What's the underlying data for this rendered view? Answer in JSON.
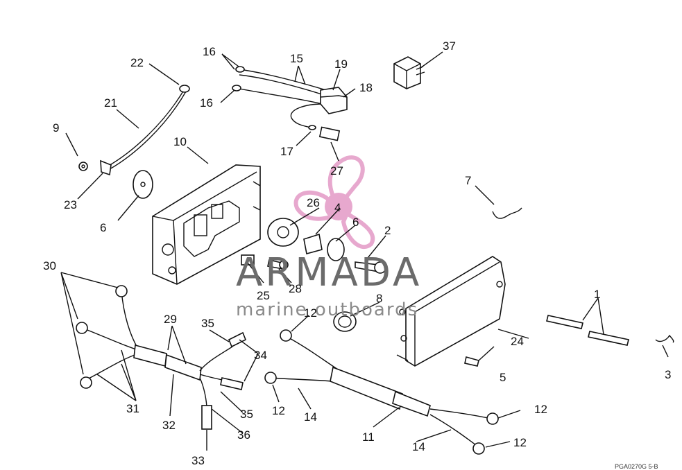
{
  "callouts": [
    {
      "id": "c1",
      "text": "1"
    },
    {
      "id": "c2",
      "text": "2"
    },
    {
      "id": "c3",
      "text": "3"
    },
    {
      "id": "c4",
      "text": "4"
    },
    {
      "id": "c5",
      "text": "5"
    },
    {
      "id": "c6a",
      "text": "6"
    },
    {
      "id": "c6b",
      "text": "6"
    },
    {
      "id": "c7",
      "text": "7"
    },
    {
      "id": "c8",
      "text": "8"
    },
    {
      "id": "c9",
      "text": "9"
    },
    {
      "id": "c10",
      "text": "10"
    },
    {
      "id": "c11",
      "text": "11"
    },
    {
      "id": "c12a",
      "text": "12"
    },
    {
      "id": "c12b",
      "text": "12"
    },
    {
      "id": "c12c",
      "text": "12"
    },
    {
      "id": "c12d",
      "text": "12"
    },
    {
      "id": "c14a",
      "text": "14"
    },
    {
      "id": "c14b",
      "text": "14"
    },
    {
      "id": "c15",
      "text": "15"
    },
    {
      "id": "c16a",
      "text": "16"
    },
    {
      "id": "c16b",
      "text": "16"
    },
    {
      "id": "c17",
      "text": "17"
    },
    {
      "id": "c18",
      "text": "18"
    },
    {
      "id": "c19",
      "text": "19"
    },
    {
      "id": "c21",
      "text": "21"
    },
    {
      "id": "c22",
      "text": "22"
    },
    {
      "id": "c23",
      "text": "23"
    },
    {
      "id": "c24",
      "text": "24"
    },
    {
      "id": "c25",
      "text": "25"
    },
    {
      "id": "c26",
      "text": "26"
    },
    {
      "id": "c27",
      "text": "27"
    },
    {
      "id": "c28",
      "text": "28"
    },
    {
      "id": "c29",
      "text": "29"
    },
    {
      "id": "c30",
      "text": "30"
    },
    {
      "id": "c31",
      "text": "31"
    },
    {
      "id": "c32",
      "text": "32"
    },
    {
      "id": "c33",
      "text": "33"
    },
    {
      "id": "c34",
      "text": "34"
    },
    {
      "id": "c35a",
      "text": "35"
    },
    {
      "id": "c35b",
      "text": "35"
    },
    {
      "id": "c36",
      "text": "36"
    },
    {
      "id": "c37",
      "text": "37"
    }
  ],
  "watermark": {
    "brand": "ARMADA",
    "tagline": "marine outboards",
    "brand_color": "#6b6b6b",
    "logo_color": "#e39ac6"
  },
  "drawing_code": "PGA0270G     5-B"
}
